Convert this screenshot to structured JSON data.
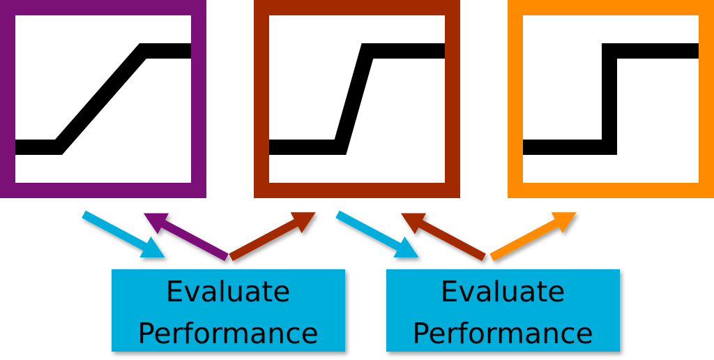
{
  "colors": {
    "purple": "#7B1177",
    "rust": "#A32A00",
    "orange": "#FF8C00",
    "cyan": "#00AEDB",
    "curve": "#000000",
    "background": "#ffffff"
  },
  "panels": [
    {
      "name": "gradual-ramp-panel",
      "border_color": "#7B1177",
      "curve": "gradual-ramp"
    },
    {
      "name": "steeper-ramp-panel",
      "border_color": "#A32A00",
      "curve": "steep-ramp"
    },
    {
      "name": "step-function-panel",
      "border_color": "#FF8C00",
      "curve": "step"
    }
  ],
  "evaluate_boxes": [
    {
      "line1": "Evaluate",
      "line2": "Performance"
    },
    {
      "line1": "Evaluate",
      "line2": "Performance"
    }
  ],
  "arrows": [
    {
      "name": "arrow-panel1-to-eval1",
      "color": "#00AEDB",
      "from": "panel-1",
      "to": "evaluate-1"
    },
    {
      "name": "arrow-eval1-to-panel1",
      "color": "#7B1177",
      "from": "evaluate-1",
      "to": "panel-1"
    },
    {
      "name": "arrow-eval1-to-panel2",
      "color": "#A32A00",
      "from": "evaluate-1",
      "to": "panel-2"
    },
    {
      "name": "arrow-panel2-to-eval2",
      "color": "#00AEDB",
      "from": "panel-2",
      "to": "evaluate-2"
    },
    {
      "name": "arrow-eval2-to-panel2",
      "color": "#A32A00",
      "from": "evaluate-2",
      "to": "panel-2"
    },
    {
      "name": "arrow-eval2-to-panel3",
      "color": "#FF8C00",
      "from": "evaluate-2",
      "to": "panel-3"
    }
  ]
}
